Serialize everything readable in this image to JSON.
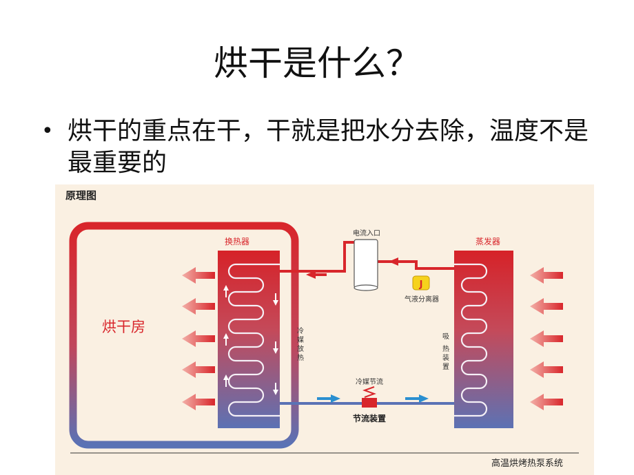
{
  "slide": {
    "title": "烘干是什么？",
    "bullets": [
      "烘干的重点在干，干就是把水分去除，温度不是最重要的"
    ]
  },
  "diagram": {
    "panel_title": "原理图",
    "room_label": "烘干房",
    "condenser_label": "换热器",
    "evaporator_label": "蒸发器",
    "power_inlet_label": "电流入口",
    "separator_label": "气液分离器",
    "refrigerant_release_label": "冷媒放热",
    "heat_absorb_label": "吸热装置",
    "throttle_top_label": "冷媒节流",
    "throttle_bottom_label": "节流装置",
    "system_caption": "高温烘烤热泵系统",
    "separator_glyph": "J",
    "colors": {
      "hot": "#d8262b",
      "cold": "#5a72b5",
      "panel_bg": "#faf0e2",
      "flow_arrow_blue": "#2a8fd0",
      "separator_fill": "#f6d21c"
    }
  }
}
